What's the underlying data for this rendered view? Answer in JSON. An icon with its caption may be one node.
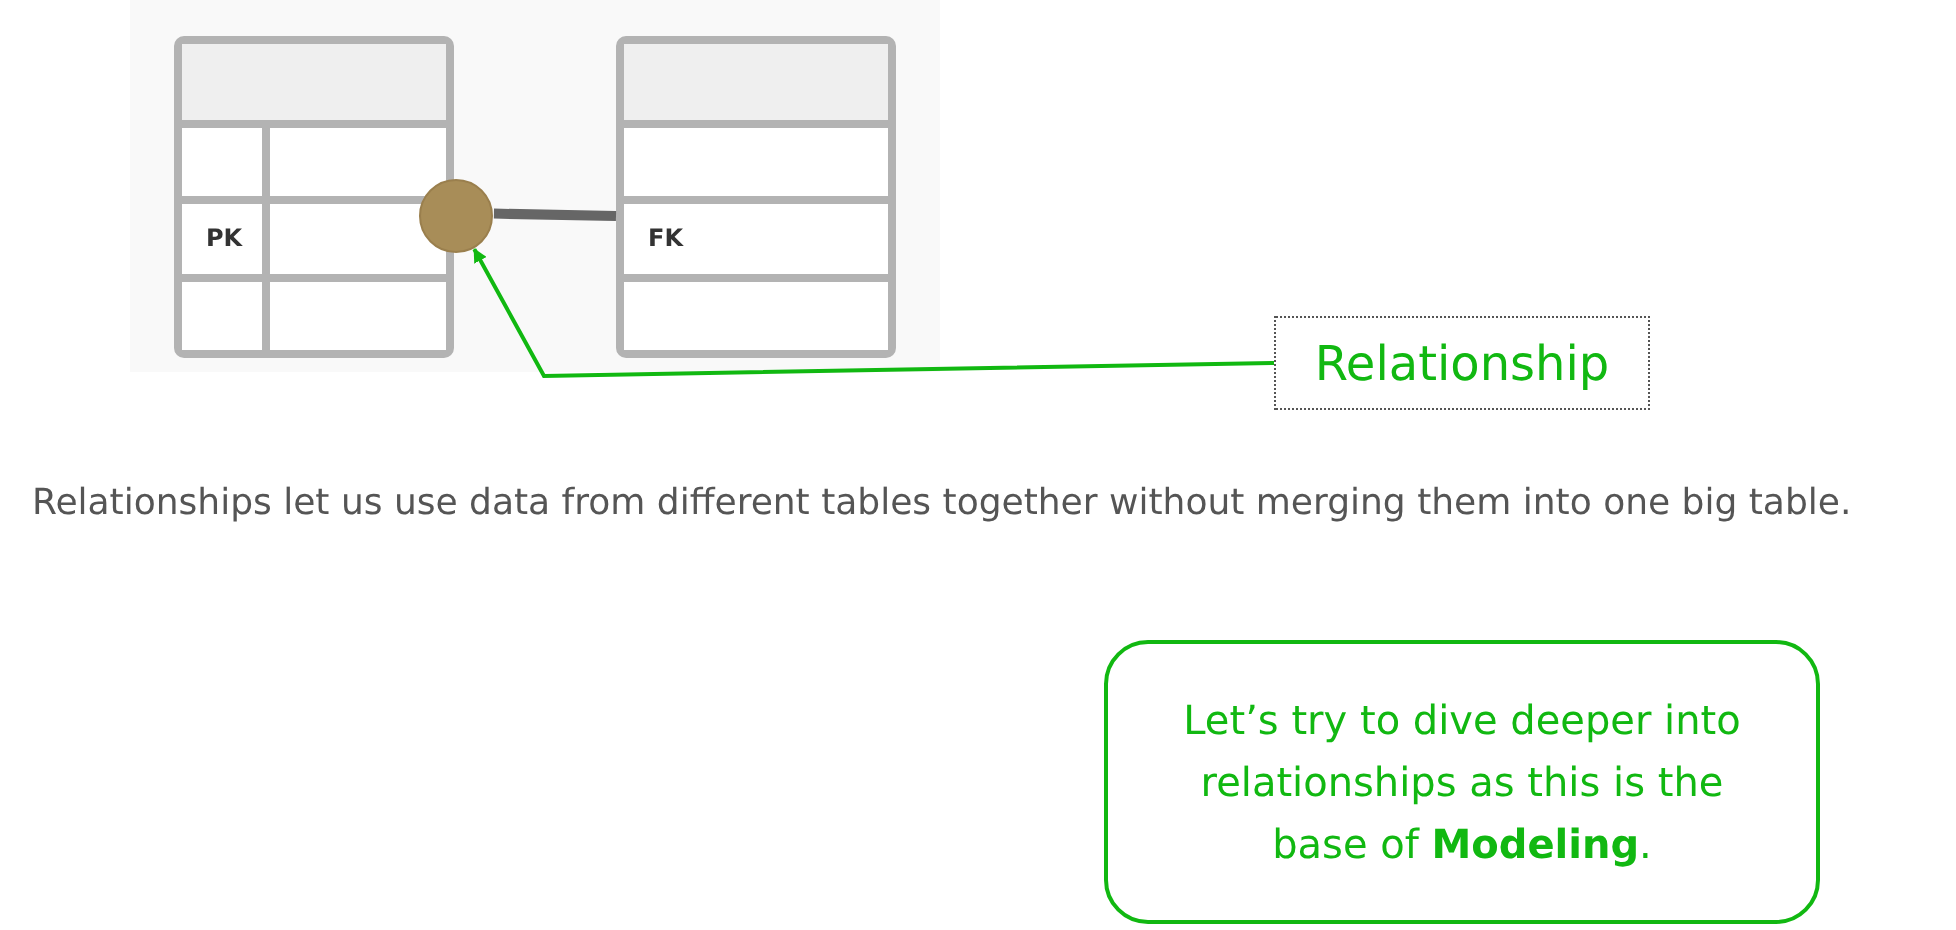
{
  "diagram": {
    "nodes": [
      {
        "text": [
          "PK"
        ]
      },
      {
        "text": [
          "FK"
        ]
      },
      {
        "text": [],
        "shape": "circle"
      },
      {
        "text": [
          "Relationship"
        ]
      },
      {
        "text": [
          "Let’s try to dive deeper into relationships as this is the base of **Modeling**."
        ]
      }
    ],
    "edges": [
      {
        "from": 2,
        "to": 1,
        "arrow": "none",
        "style": "thick",
        "color": "#666666"
      },
      {
        "from": 3,
        "to": 2,
        "arrow": "to",
        "color": "#11b811"
      }
    ],
    "labels": [
      "Relationships let us use data from different tables together without merging them into one big table."
    ]
  }
}
